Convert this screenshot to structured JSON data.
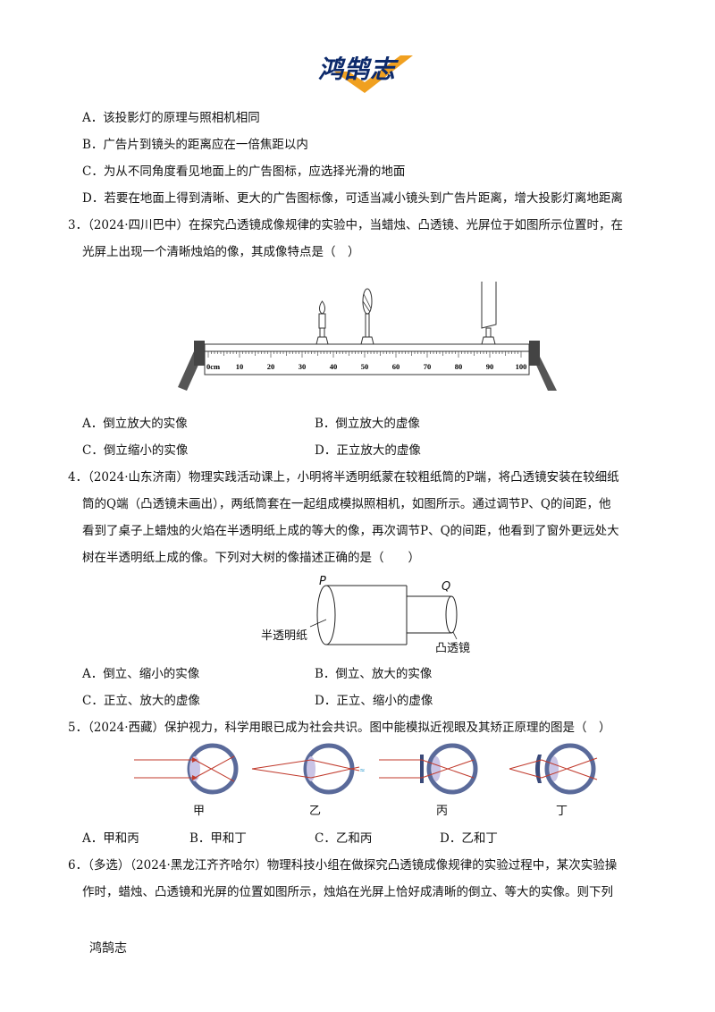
{
  "brand": {
    "logo_text": "鸿鹄志",
    "footer_text": "鸿鹄志",
    "logo_color": "#0d2a6b",
    "logo_accent": "#f0a020"
  },
  "q2_options": {
    "A": "A．该投影灯的原理与照相机相同",
    "B": "B．广告片到镜头的距离应在一倍焦距以内",
    "C": "C．为从不同角度看见地面上的广告图标，应选择光滑的地面",
    "D": "D．若要在地面上得到清晰、更大的广告图标像，可适当减小镜头到广告片距离，增大投影灯离地距离"
  },
  "q3": {
    "line1": "3．（2024·四川巴中）在探究凸透镜成像规律的实验中，当蜡烛、凸透镜、光屏位于如图所示位置时，在",
    "line2": "光屏上出现一个清晰烛焰的像，其成像特点是（　）",
    "ruler_unit": "0cm",
    "ruler_ticks": [
      "10",
      "20",
      "30",
      "40",
      "50",
      "60",
      "70",
      "80",
      "90",
      "100"
    ],
    "options": {
      "A": "A．倒立放大的实像",
      "B": "B．倒立放大的虚像",
      "C": "C．倒立缩小的实像",
      "D": "D．正立放大的虚像"
    }
  },
  "q4": {
    "line1": "4．（2024·山东济南）物理实践活动课上，小明将半透明纸蒙在较粗纸筒的P端，将凸透镜安装在较细纸",
    "line2": "筒的Q端（凸透镜未画出），两纸筒套在一起组成模拟照相机，如图所示。通过调节P、Q的间距，他",
    "line3": "看到了桌子上蜡烛的火焰在半透明纸上成的等大的像，再次调节P、Q的间距，他看到了窗外更远处大",
    "line4": "树在半透明纸上成的像。下列对大树的像描述正确的是（　　）",
    "fig_label_p": "P",
    "fig_label_q": "Q",
    "fig_label_paper": "半透明纸",
    "fig_label_lens": "凸透镜",
    "options": {
      "A": "A．倒立、缩小的实像",
      "B": "B．倒立、放大的实像",
      "C": "C．正立、放大的虚像",
      "D": "D．正立、缩小的虚像"
    }
  },
  "q5": {
    "line1": "5．（2024·西藏）保护视力，科学用眼已成为社会共识。图中能模拟近视眼及其矫正原理的图是（　）",
    "labels": [
      "甲",
      "乙",
      "丙",
      "丁"
    ],
    "options": {
      "A": "A．甲和丙",
      "B": "B．甲和丁",
      "C": "C．乙和丙",
      "D": "D．乙和丁"
    }
  },
  "q6": {
    "line1": "6．（多选）（2024·黑龙江齐齐哈尔）物理科技小组在做探究凸透镜成像规律的实验过程中，某次实验操",
    "line2": "作时，蜡烛、凸透镜和光屏的位置如图所示，烛焰在光屏上恰好成清晰的倒立、等大的实像。则下列"
  }
}
